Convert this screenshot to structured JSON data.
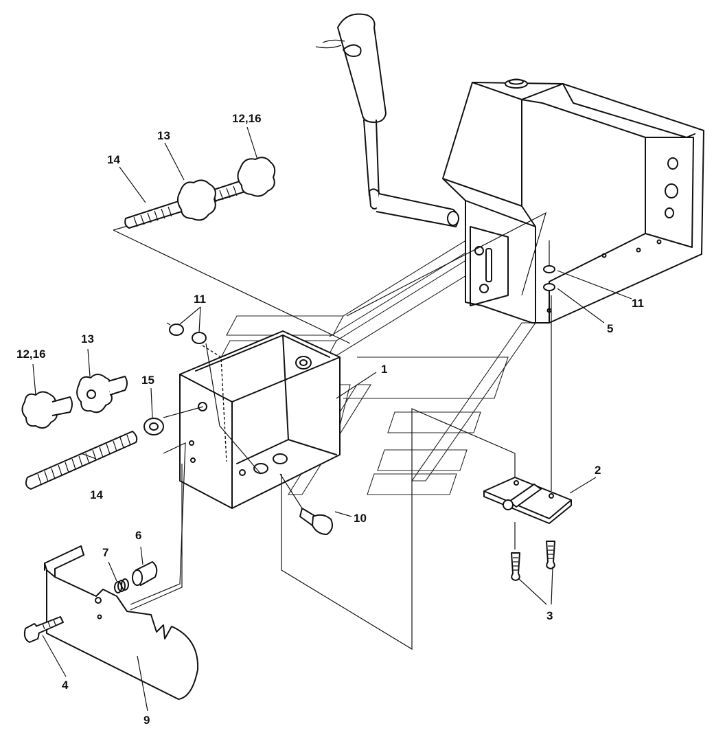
{
  "drawing": {
    "callouts": {
      "c1": "1",
      "c2": "2",
      "c3": "3",
      "c4": "4",
      "c5": "5",
      "c6": "6",
      "c7": "7",
      "c9": "9",
      "c10": "10",
      "c11_top": "11",
      "c11_right": "11",
      "c12_16_top": "12,16",
      "c12_16_left": "12,16",
      "c13_top": "13",
      "c13_left": "13",
      "c14_top": "14",
      "c14_left": "14",
      "c15": "15"
    },
    "colors": {
      "ink": "#111111",
      "paper": "#ffffff"
    }
  }
}
